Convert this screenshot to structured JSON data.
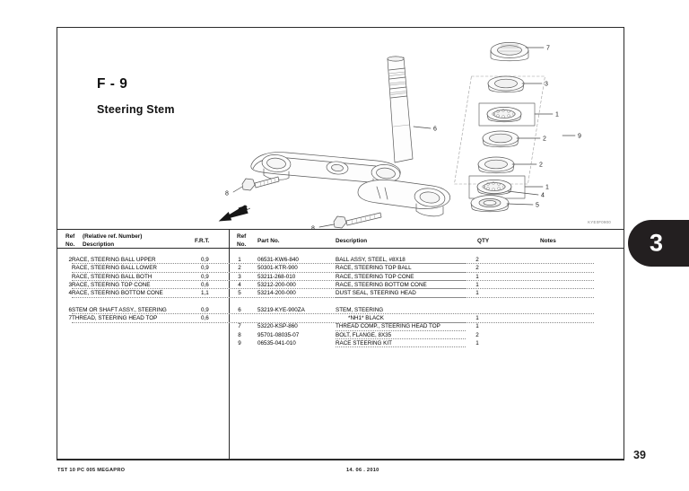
{
  "document": {
    "section_code": "F - 9",
    "section_title": "Steering Stem",
    "illustration_code": "KYE0F0900",
    "direction_marker": "FR.",
    "tab_number": "3",
    "page_number": "39",
    "footer_left": "TST 10 PC 005 MEGAPRO",
    "footer_date": "14. 06 . 2010"
  },
  "left_table": {
    "headers": {
      "ref_no": "Ref\nNo.",
      "description": "(Relative ref. Number)\nDescription",
      "frt": "F.R.T."
    },
    "rows": [
      {
        "ref": "2",
        "description": "RACE, STEERING BALL  UPPER",
        "frt": "0,9"
      },
      {
        "ref": "",
        "description": "RACE, STEERING BALL  LOWER",
        "frt": "0,9"
      },
      {
        "ref": "",
        "description": "RACE, STEERING BALL  BOTH",
        "frt": "0,9"
      },
      {
        "ref": "3",
        "description": "RACE, STEERING TOP CONE",
        "frt": "0,6"
      },
      {
        "ref": "4",
        "description": "RACE, STEERING BOTTOM CONE",
        "frt": "1,1"
      },
      {
        "ref": "",
        "description": "",
        "frt": ""
      },
      {
        "ref": "6",
        "description": "STEM OR SHAFT ASSY., STEERING",
        "frt": "0,9"
      },
      {
        "ref": "7",
        "description": "THREAD, STEERING HEAD TOP",
        "frt": "0,6"
      }
    ]
  },
  "right_table": {
    "headers": {
      "ref_no": "Ref\nNo.",
      "part_no": "Part No.",
      "description": "Description",
      "qty": "QTY",
      "notes": "Notes"
    },
    "rows": [
      {
        "ref": "1",
        "part_no": "06531-KW6-840",
        "description": "BALL ASSY, STEEL, #8X18",
        "qty": "2",
        "notes": ""
      },
      {
        "ref": "2",
        "part_no": "50301-KTR-900",
        "description": "RACE, STEERING TOP BALL",
        "qty": "2",
        "notes": ""
      },
      {
        "ref": "3",
        "part_no": "53211-268-010",
        "description": "RACE, STEERING TOP CONE",
        "qty": "1",
        "notes": ""
      },
      {
        "ref": "4",
        "part_no": "53212-200-000",
        "description": "RACE, STEERING BOTTOM CONE",
        "qty": "1",
        "notes": ""
      },
      {
        "ref": "5",
        "part_no": "53214-200-000",
        "description": "DUST SEAL, STEERING HEAD",
        "qty": "1",
        "notes": ""
      },
      {
        "ref": "",
        "part_no": "",
        "description": "",
        "qty": "",
        "notes": ""
      },
      {
        "ref": "6",
        "part_no": "53219-KYE-900ZA",
        "description": "STEM, STEERING",
        "qty": "",
        "notes": ""
      },
      {
        "ref": "",
        "part_no": "",
        "description": "*NH1*      BLACK",
        "qty": "1",
        "notes": "",
        "indent": true
      },
      {
        "ref": "7",
        "part_no": "53220-KSP-860",
        "description": "THREAD COMP., STEERING HEAD TOP",
        "qty": "1",
        "notes": ""
      },
      {
        "ref": "8",
        "part_no": "95701-08035-07",
        "description": "BOLT, FLANGE, 8X35",
        "qty": "2",
        "notes": ""
      },
      {
        "ref": "9",
        "part_no": "06535-041-010",
        "description": "RACE STEERING KIT",
        "qty": "1",
        "notes": ""
      }
    ]
  },
  "diagram": {
    "callouts": [
      "7",
      "3",
      "1",
      "2",
      "1",
      "4",
      "5",
      "2",
      "9",
      "6",
      "8",
      "8"
    ]
  },
  "colors": {
    "ink": "#2b2b2b",
    "tab": "#231f20",
    "line": "#6e6e6e"
  }
}
